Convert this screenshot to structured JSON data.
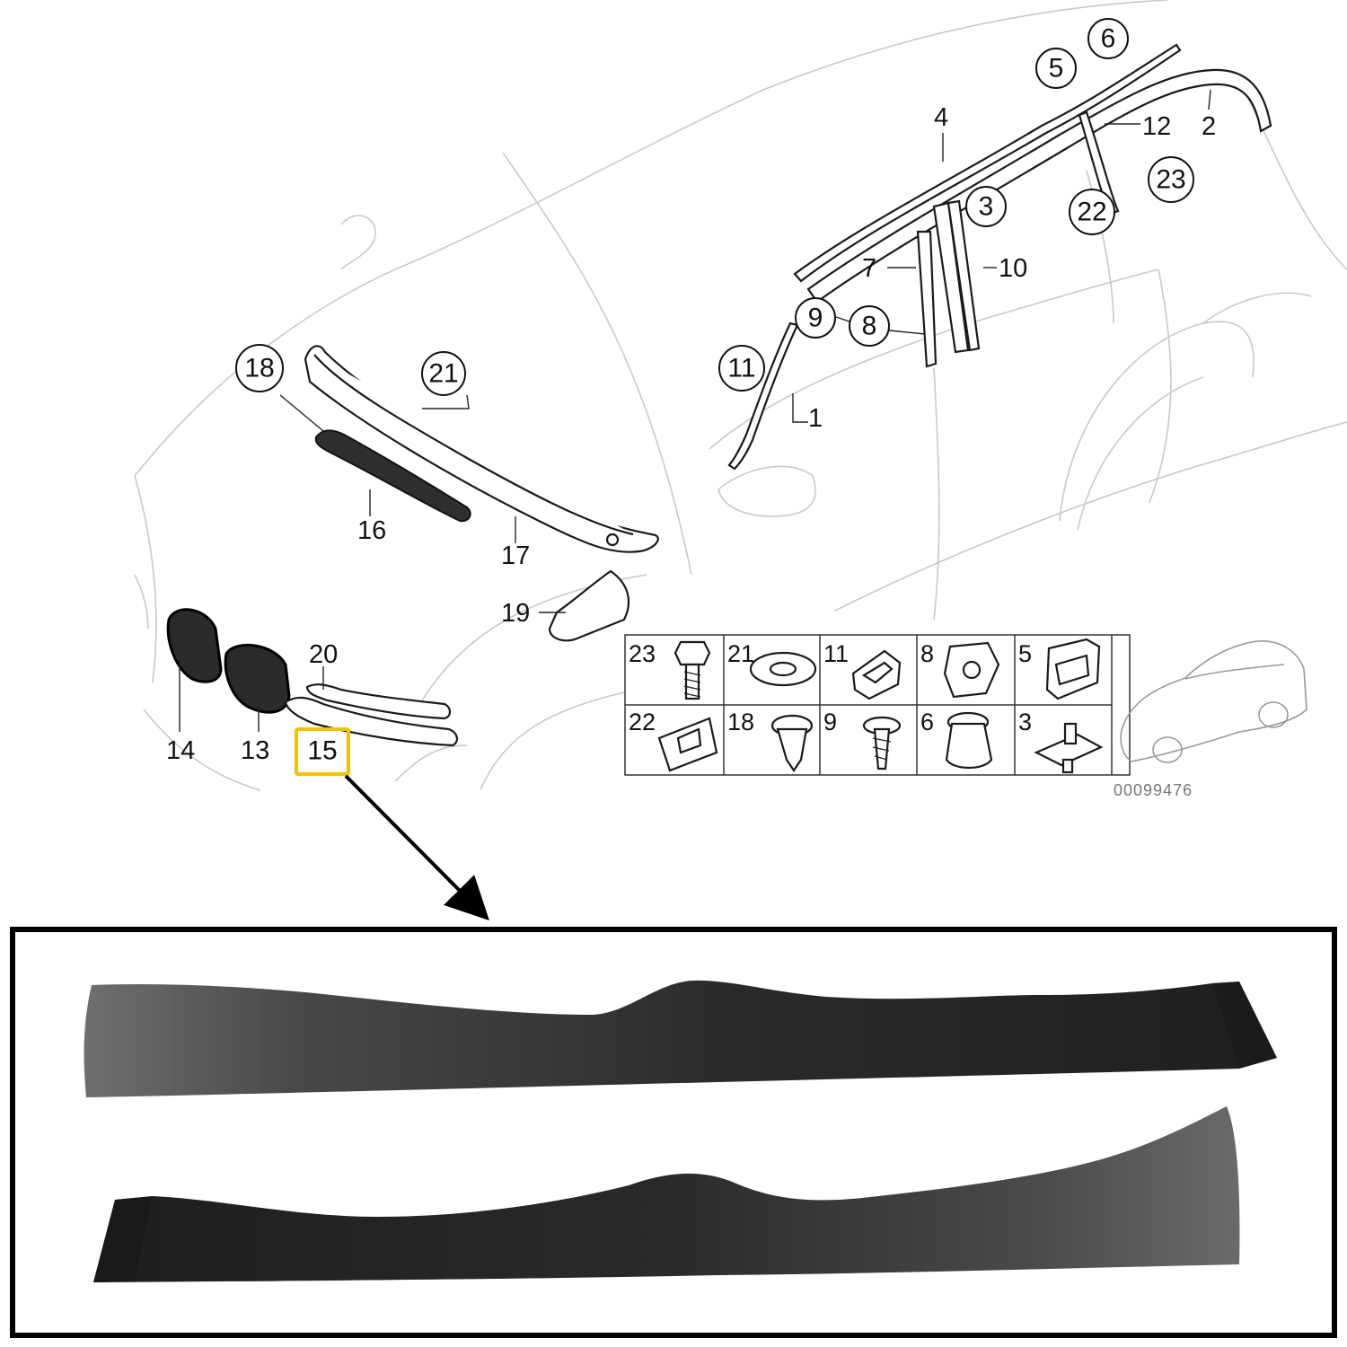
{
  "diagram": {
    "plain_labels": {
      "l1": "1",
      "l2": "2",
      "l4": "4",
      "l7": "7",
      "l10": "10",
      "l12": "12",
      "l13": "13",
      "l14": "14",
      "l16": "16",
      "l17": "17",
      "l19": "19",
      "l20": "20"
    },
    "circled_labels": {
      "c3": "3",
      "c5": "5",
      "c6": "6",
      "c8": "8",
      "c9": "9",
      "c11": "11",
      "c18": "18",
      "c21": "21",
      "c22": "22",
      "c23": "23"
    },
    "highlighted_label": "15",
    "highlight_color": "#f2c200",
    "grid_cells": {
      "r1c1": "23",
      "r1c2": "21",
      "r1c3": "11",
      "r1c4": "8",
      "r1c5": "5",
      "r2c1": "22",
      "r2c2": "18",
      "r2c3": "9",
      "r2c4": "6",
      "r2c5": "3"
    },
    "diagram_code": "00099476"
  },
  "photo": {
    "part_color": "#2b2b2d",
    "frame_color": "#000000"
  }
}
